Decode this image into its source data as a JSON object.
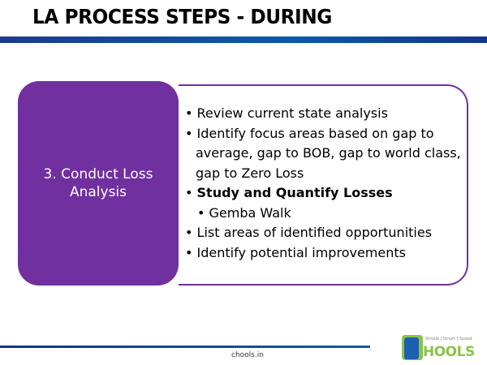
{
  "title": "LA PROCESS STEPS - DURING",
  "step": {
    "label": "3. Conduct Loss Analysis"
  },
  "bullets": [
    {
      "text": "Review current state analysis",
      "bold": false,
      "level": 1
    },
    {
      "text": "Identify focus areas based on gap to average, gap to BOB, gap to world class, gap to Zero Loss",
      "bold": false,
      "level": 1
    },
    {
      "text": "Study and Quantify Losses",
      "bold": true,
      "level": 1
    },
    {
      "text": "Gemba Walk",
      "bold": false,
      "level": 2
    },
    {
      "text": "List areas of identified opportunities",
      "bold": false,
      "level": 1
    },
    {
      "text": "Identify potential improvements",
      "bold": false,
      "level": 1
    }
  ],
  "footer": "chools.in",
  "logo": {
    "tagline": "Simple | Smart | Speed",
    "name": "HOOLS"
  },
  "colors": {
    "purple": "#7030A0",
    "blue": "#0A5AA8",
    "green": "#8BC34A"
  }
}
